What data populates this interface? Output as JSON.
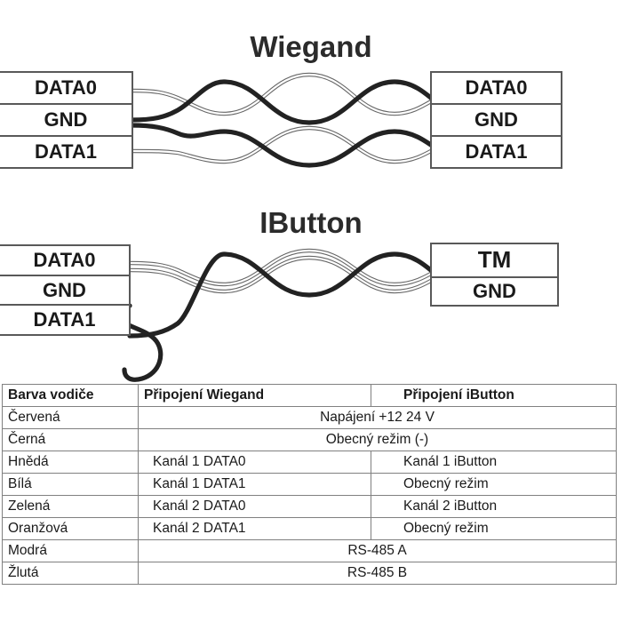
{
  "diagrams": [
    {
      "id": "wiegand",
      "title": "Wiegand",
      "left_terminals": [
        "DATA0",
        "GND",
        "DATA1"
      ],
      "right_terminals": [
        "DATA0",
        "GND",
        "DATA1"
      ],
      "wire_style": "twisted-pair",
      "pair_count": 2
    },
    {
      "id": "ibutton",
      "title": "IButton",
      "left_terminals": [
        "DATA0",
        "GND",
        "DATA1"
      ],
      "right_terminals": [
        "TM",
        "GND"
      ],
      "wire_style": "twisted-pair-with-loop",
      "pair_count": 1
    }
  ],
  "table": {
    "headers": [
      "Barva vodiče",
      "Připojení Wiegand",
      "Připojení iButton"
    ],
    "rows": [
      {
        "color": "Červená",
        "merged": true,
        "merged_value": "Napájení +12 24 V",
        "wiegand": "",
        "ibutton": ""
      },
      {
        "color": "Černá",
        "merged": true,
        "merged_value": "Obecný režim (-)",
        "wiegand": "",
        "ibutton": ""
      },
      {
        "color": "Hnědá",
        "merged": false,
        "merged_value": "",
        "wiegand": "Kanál 1 DATA0",
        "ibutton": "Kanál 1 iButton"
      },
      {
        "color": "Bílá",
        "merged": false,
        "merged_value": "",
        "wiegand": "Kanál 1 DATA1",
        "ibutton": "Obecný režim"
      },
      {
        "color": "Zelená",
        "merged": false,
        "merged_value": "",
        "wiegand": "Kanál 2 DATA0",
        "ibutton": "Kanál 2 iButton"
      },
      {
        "color": "Oranžová",
        "merged": false,
        "merged_value": "",
        "wiegand": "Kanál 2 DATA1",
        "ibutton": "Obecný režim"
      },
      {
        "color": "Modrá",
        "merged": true,
        "merged_value": "RS-485 A",
        "wiegand": "",
        "ibutton": ""
      },
      {
        "color": "Žlutá",
        "merged": true,
        "merged_value": "RS-485 B",
        "wiegand": "",
        "ibutton": ""
      }
    ]
  },
  "colors": {
    "wire_dark": "#222222",
    "wire_light": "#666666",
    "box_border": "#595959",
    "table_border": "#808080",
    "title_text": "#2b2b2b",
    "background": "#ffffff"
  }
}
